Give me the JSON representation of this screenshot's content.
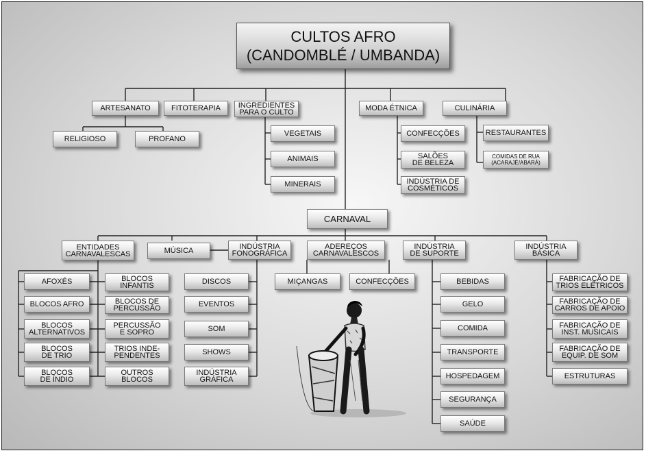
{
  "root": {
    "line1": "CULTOS AFRO",
    "line2": "(CANDOMBLÉ / UMBANDA)"
  },
  "top": {
    "artesanato": "ARTESANATO",
    "religioso": "RELIGIOSO",
    "profano": "PROFANO",
    "fitoterapia": "FITOTERAPIA",
    "ingredientes": "INGREDIENTES\nPARA O CULTO",
    "vegetais": "VEGETAIS",
    "animais": "ANIMAIS",
    "minerais": "MINERAIS",
    "moda": "MODA ÉTNICA",
    "confeccoes": "CONFECÇÕES",
    "saloes": "SALÕES\nDE BELEZA",
    "cosmeticos": "INDÚSTRIA DE\nCOSMÉTICOS",
    "culinaria": "CULINÁRIA",
    "restaurantes": "RESTAURANTES",
    "comidas": "COMIDAS DE RUA\n(ACARAJÉ/ABARÁ)"
  },
  "carnaval": {
    "title": "CARNAVAL",
    "entidades": "ENTIDADES\nCARNAVALESCAS",
    "afoxes": "AFOXÉS",
    "blocos_afro": "BLOCOS AFRO",
    "blocos_alternativos": "BLOCOS\nALTERNATIVOS",
    "blocos_trio": "BLOCOS\nDE TRIO",
    "blocos_indio": "BLOCOS\nDE ÍNDIO",
    "blocos_infantis": "BLOCOS\nINFANTIS",
    "blocos_percussao": "BLOCOS DE\nPERCUSSÃO",
    "percussao_sopro": "PERCUSSÃO\nE SOPRO",
    "trios_independentes": "TRIOS INDE-\nPENDENTES",
    "outros_blocos": "OUTROS\nBLOCOS",
    "musica": "MÚSICA",
    "fonografica": "INDÚSTRIA\nFONOGRÁFICA",
    "discos": "DISCOS",
    "eventos": "EVENTOS",
    "som": "SOM",
    "shows": "SHOWS",
    "grafica": "INDÚSTRIA\nGRÁFICA",
    "aderecos": "ADEREÇOS\nCARNAVALESCOS",
    "micangas": "MIÇANGAS",
    "confeccoes": "CONFECÇÕES",
    "suporte": "INDÚSTRIA\nDE SUPORTE",
    "bebidas": "BEBIDAS",
    "gelo": "GELO",
    "comida": "COMIDA",
    "transporte": "TRANSPORTE",
    "hospedagem": "HOSPEDAGEM",
    "seguranca": "SEGURANÇA",
    "saude": "SAÚDE",
    "basica": "INDÚSTRIA\nBÁSICA",
    "fab_trios": "FABRICAÇÃO DE\nTRIOS ELÉTRICOS",
    "fab_carros": "FABRICAÇÃO DE\nCARROS DE APOIO",
    "fab_inst": "FABRICAÇÃO DE\nINST. MUSICAIS",
    "fab_equip": "FABRICAÇÃO DE\nEQUIP. DE SOM",
    "estruturas": "ESTRUTURAS"
  }
}
